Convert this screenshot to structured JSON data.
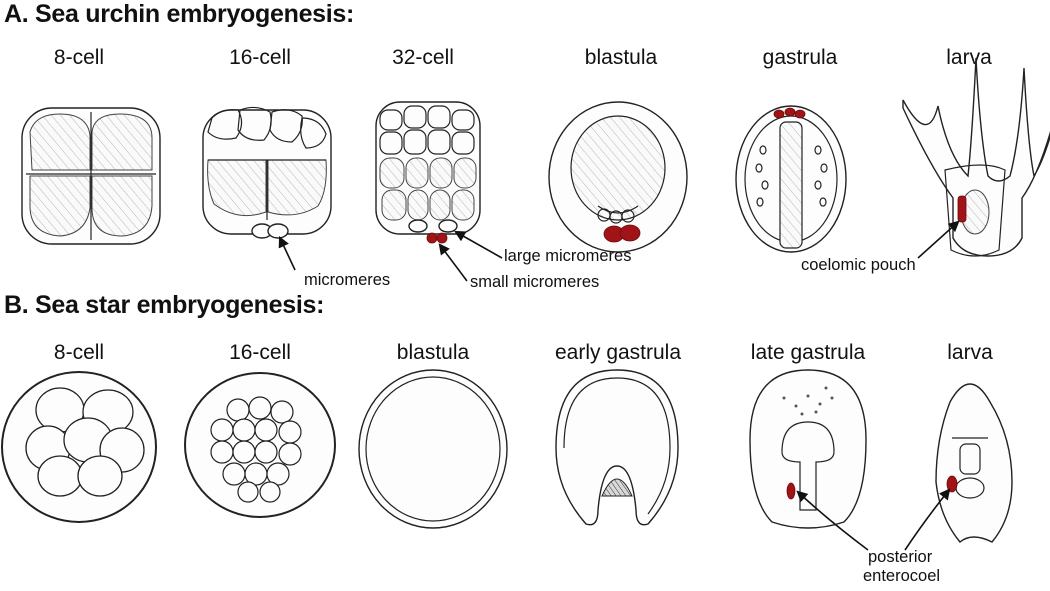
{
  "sections": {
    "a": {
      "title": "A. Sea urchin embryogenesis:",
      "stages": [
        "8-cell",
        "16-cell",
        "32-cell",
        "blastula",
        "gastrula",
        "larva"
      ]
    },
    "b": {
      "title": "B. Sea star embryogenesis:",
      "stages": [
        "8-cell",
        "16-cell",
        "blastula",
        "early gastrula",
        "late gastrula",
        "larva"
      ]
    }
  },
  "annotations": {
    "micromeres": "micromeres",
    "large_micromeres": "large micromeres",
    "small_micromeres": "small micromeres",
    "coelomic_pouch": "coelomic pouch",
    "posterior_enterocoel_line1": "posterior",
    "posterior_enterocoel_line2": "enterocoel"
  },
  "colors": {
    "highlight": "#a01418",
    "outline": "#222222",
    "background": "#ffffff"
  }
}
